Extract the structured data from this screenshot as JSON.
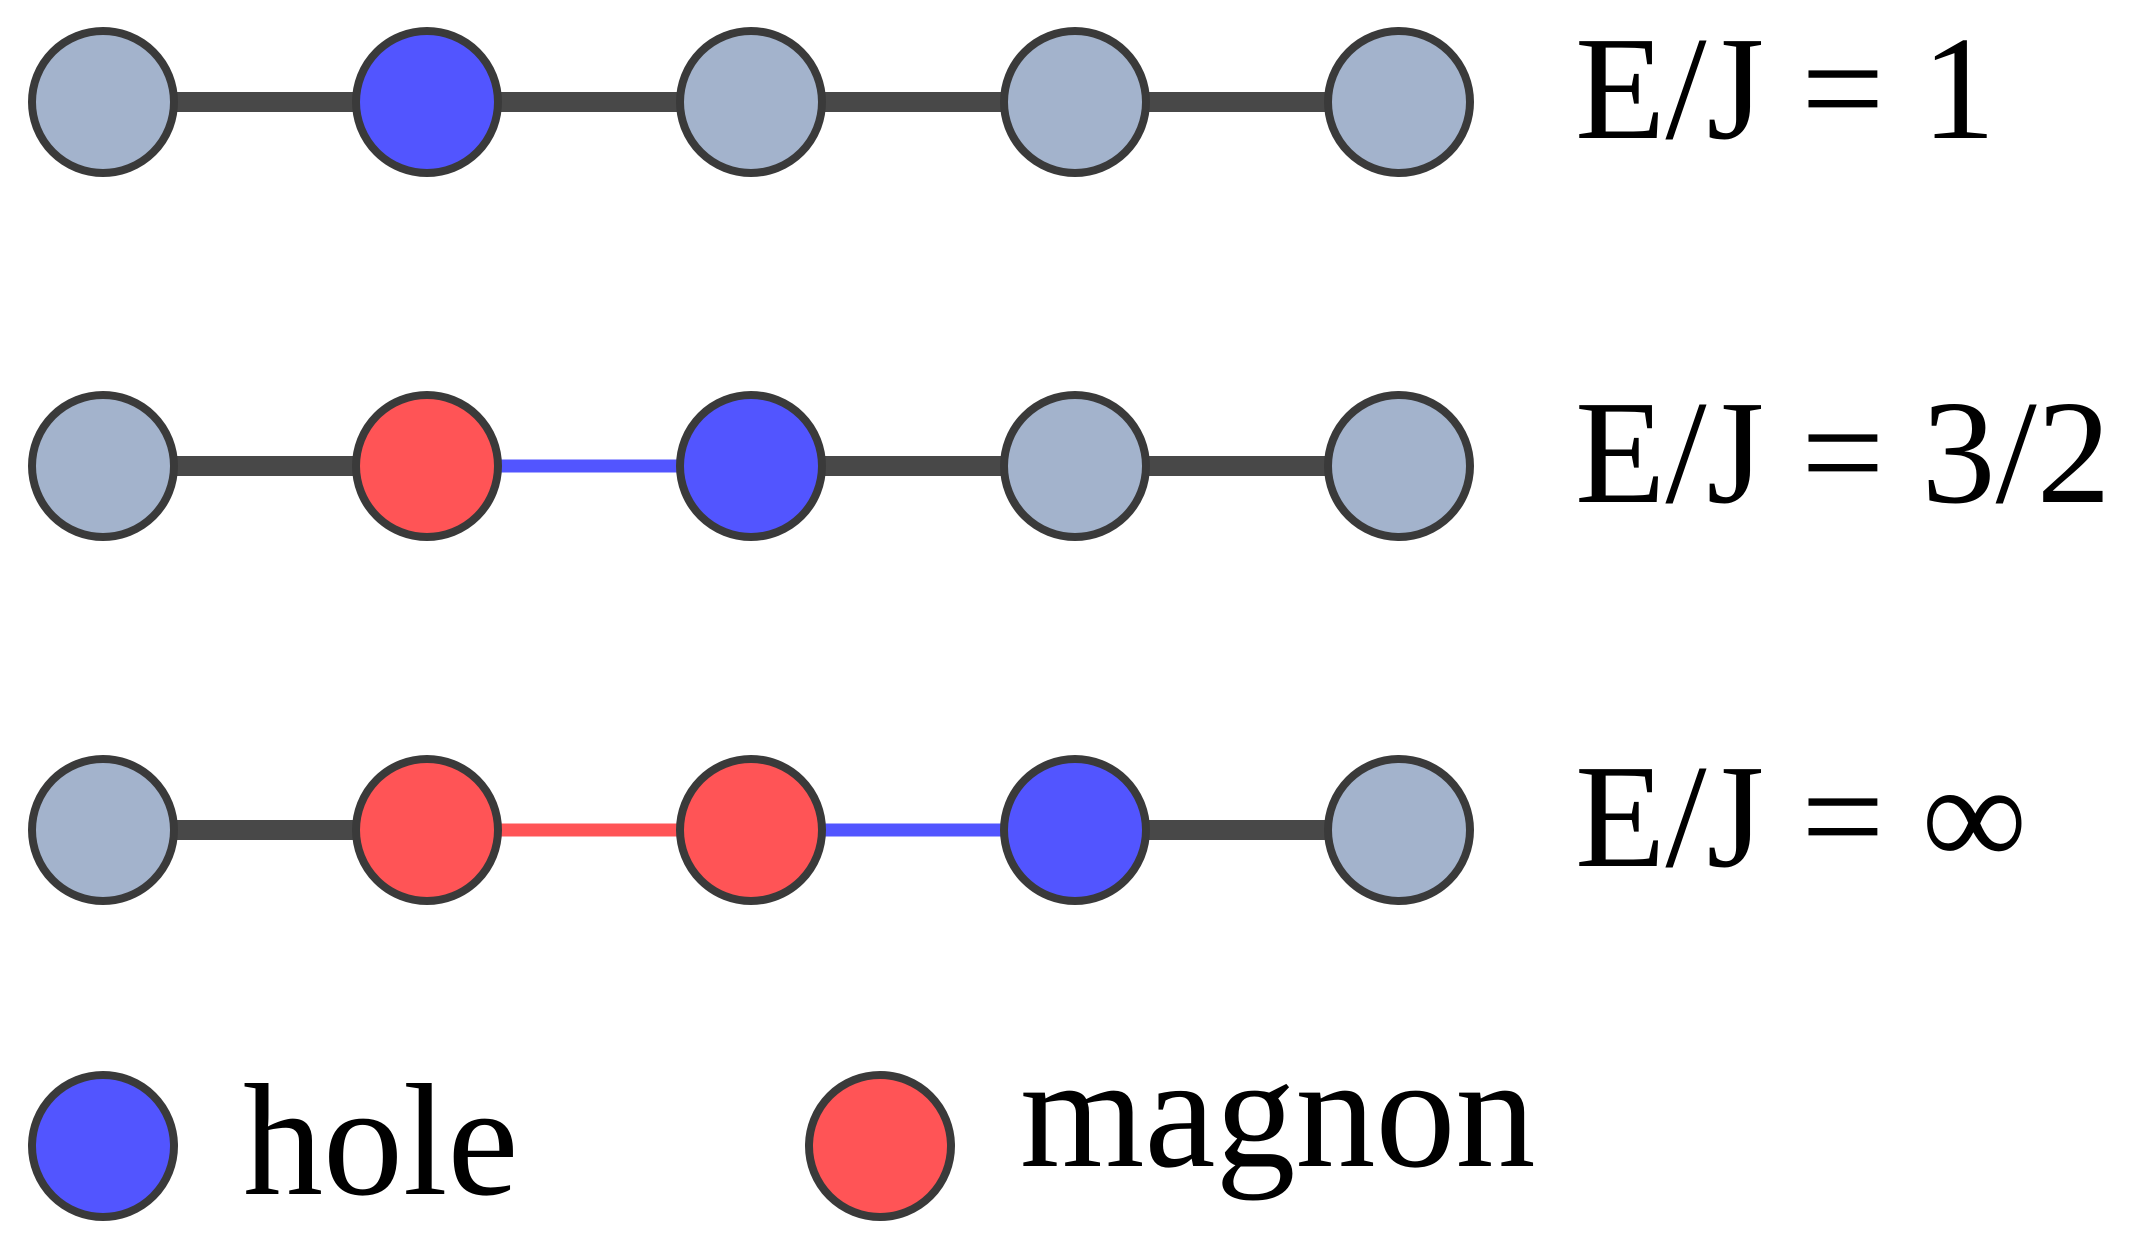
{
  "colors": {
    "site": "#a3b3cc",
    "hole": "#5255ff",
    "magnon": "#ff5456",
    "outline": "#3a3a3a",
    "bond": "#484848",
    "background": "#ffffff"
  },
  "chains": [
    {
      "energy_label": "E/J = 1",
      "sites": [
        "site",
        "hole",
        "site",
        "site",
        "site"
      ],
      "bonds": [
        "plain",
        "plain",
        "plain",
        "plain"
      ]
    },
    {
      "energy_label": "E/J = 3/2",
      "sites": [
        "site",
        "magnon",
        "hole",
        "site",
        "site"
      ],
      "bonds": [
        "plain",
        "hole",
        "plain",
        "plain"
      ]
    },
    {
      "energy_label": "E/J = ∞",
      "sites": [
        "site",
        "magnon",
        "magnon",
        "hole",
        "site"
      ],
      "bonds": [
        "plain",
        "magnon",
        "hole",
        "plain"
      ]
    }
  ],
  "legend": [
    {
      "kind": "hole",
      "label": "hole"
    },
    {
      "kind": "magnon",
      "label": "magnon"
    }
  ]
}
